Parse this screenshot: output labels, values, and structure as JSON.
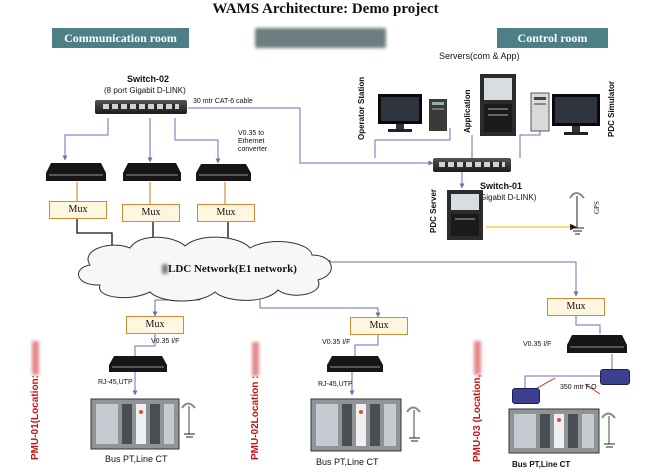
{
  "title": "WAMS Architecture: Demo project",
  "rooms": {
    "communication": "Communication room",
    "control": "Control room"
  },
  "servers_label": "Servers(com & App)",
  "switch02": {
    "name": "Switch-02",
    "desc": "(8 port Gigabit D-LINK)"
  },
  "switch01": {
    "name": "Switch-01",
    "desc": "Gigabit D-LINK)"
  },
  "cable_label": "30 mtr CAT-6 cable",
  "converter_label": [
    "V0.35 to",
    "Ethernet",
    "converter"
  ],
  "control_devices": [
    "Operator Station",
    "Application",
    "PDC Simulator"
  ],
  "pdc_server": "PDC Server",
  "gps": "GPS",
  "network": "LDC Network(E1 network)",
  "mux": "Mux",
  "pmus": [
    {
      "label": "PMU-01(Location:",
      "vif": "V0.35 I/F",
      "rj": "RJ-45,UTP",
      "bus": "Bus PT,Line CT"
    },
    {
      "label": "PMU-02Location :",
      "vif": "V0.35 I/F",
      "rj": "RJ-45,UTP",
      "bus": "Bus PT,Line CT"
    },
    {
      "label": "PMU-03 (Location,",
      "vif": "V0.35 I/F",
      "fo": "350 mtr F.O",
      "bus": "Bus PT,Line CT"
    }
  ]
}
